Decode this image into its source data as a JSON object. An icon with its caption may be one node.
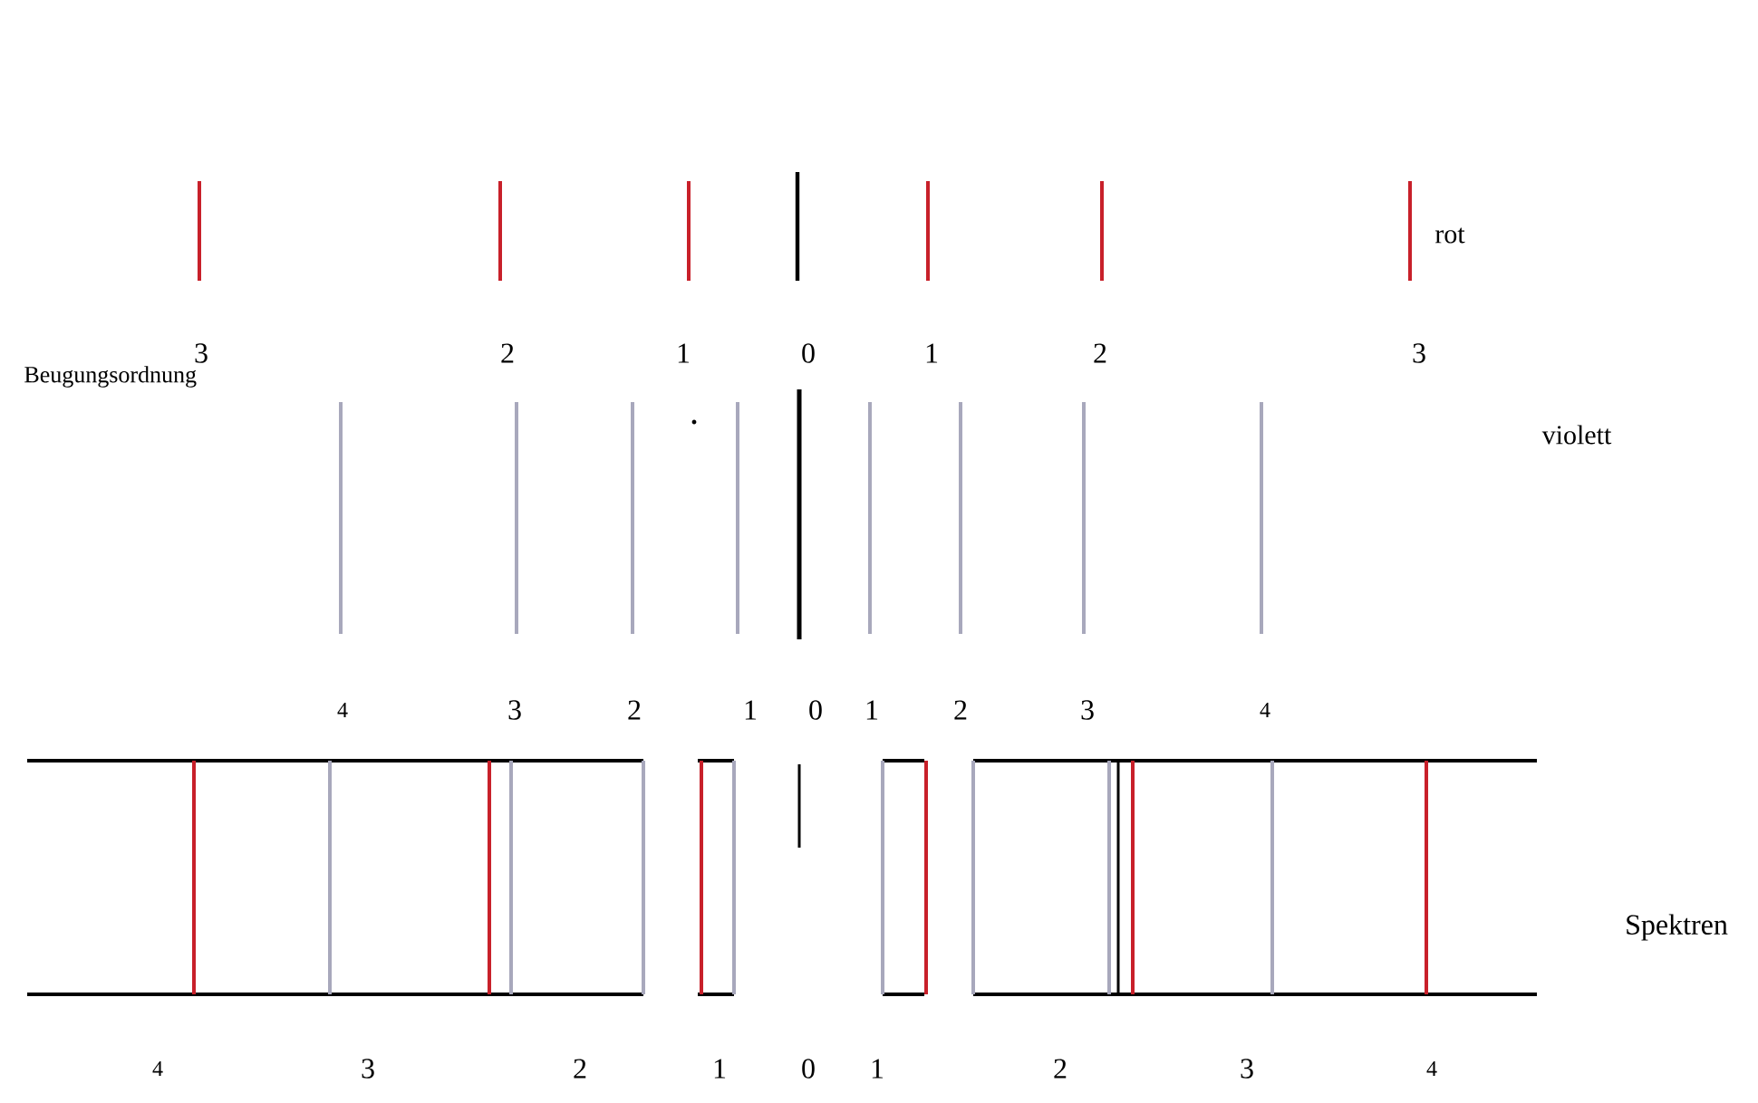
{
  "diagram": {
    "labels": [
      "rot",
      "3",
      "2",
      "1",
      "0",
      "1",
      "2",
      "3",
      "Beugungsordnung",
      "violett",
      "4",
      "3",
      "2",
      "1",
      "0",
      "1",
      "2",
      "3",
      "4",
      "Spektren",
      "4",
      "3",
      "2",
      "1",
      "0",
      "1",
      "2",
      "3",
      "4"
    ]
  }
}
